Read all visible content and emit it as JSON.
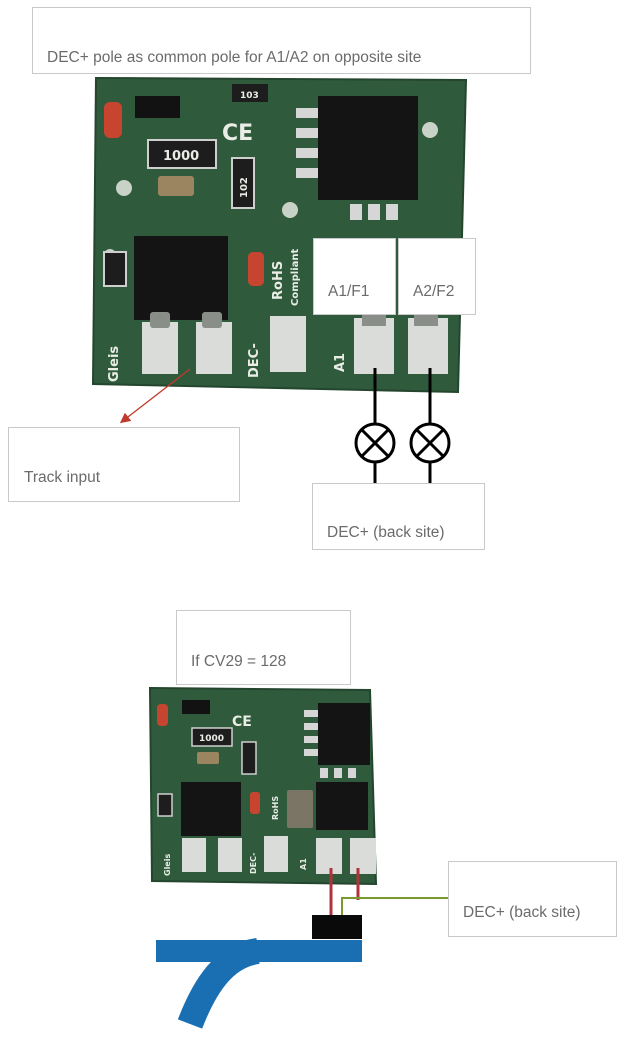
{
  "top": {
    "header_note": "DEC+ pole as common pole for A1/A2 on opposite site",
    "label_a1": "A1/F1",
    "label_a2": "A2/F2",
    "track_input": "Track input",
    "dec_back": "DEC+ (back site)"
  },
  "bottom": {
    "cv_note": "If CV29 = 128",
    "dec_back": "DEC+ (back site)"
  },
  "board_silkscreen": {
    "gleis": "Gleis",
    "dec_minus": "DEC-",
    "a1": "A1",
    "rohs": "RoHS",
    "compliant": "Compliant",
    "ce": "CE",
    "res_1000": "1000",
    "res_102": "102",
    "res_103": "103"
  },
  "colors": {
    "pcb": "#2f5b3c",
    "chip": "#161616",
    "pad": "#d9dcd8",
    "arrow": "#c0392b",
    "rail": "#1a6fb3",
    "wire_red": "#b0323a",
    "wire_green": "#7a9a2e"
  }
}
